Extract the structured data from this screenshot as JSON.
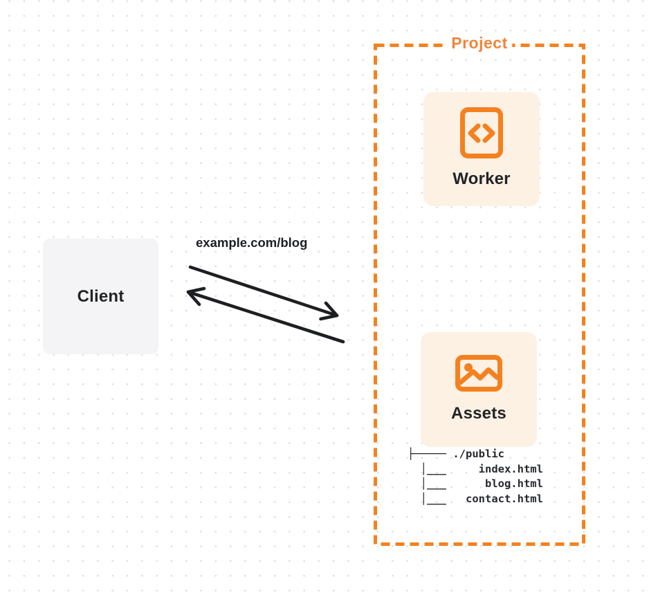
{
  "colors": {
    "accent_orange": "#F4811F",
    "project_label_orange": "#F0853A",
    "card_background": "#FDF1E4",
    "client_background": "#F4F4F6",
    "arrow_black": "#1E1F22",
    "text_dark": "#212427",
    "dot_grid": "#E0E0E3"
  },
  "client": {
    "label": "Client"
  },
  "request": {
    "label": "example.com/blog"
  },
  "project": {
    "label": "Project",
    "worker": {
      "label": "Worker",
      "icon": "code-document-icon"
    },
    "assets": {
      "label": "Assets",
      "icon": "image-icon"
    },
    "file_tree": {
      "lines": [
        "├───── ./public",
        "  │___     index.html",
        "  │___      blog.html",
        "  │___   contact.html"
      ]
    }
  }
}
